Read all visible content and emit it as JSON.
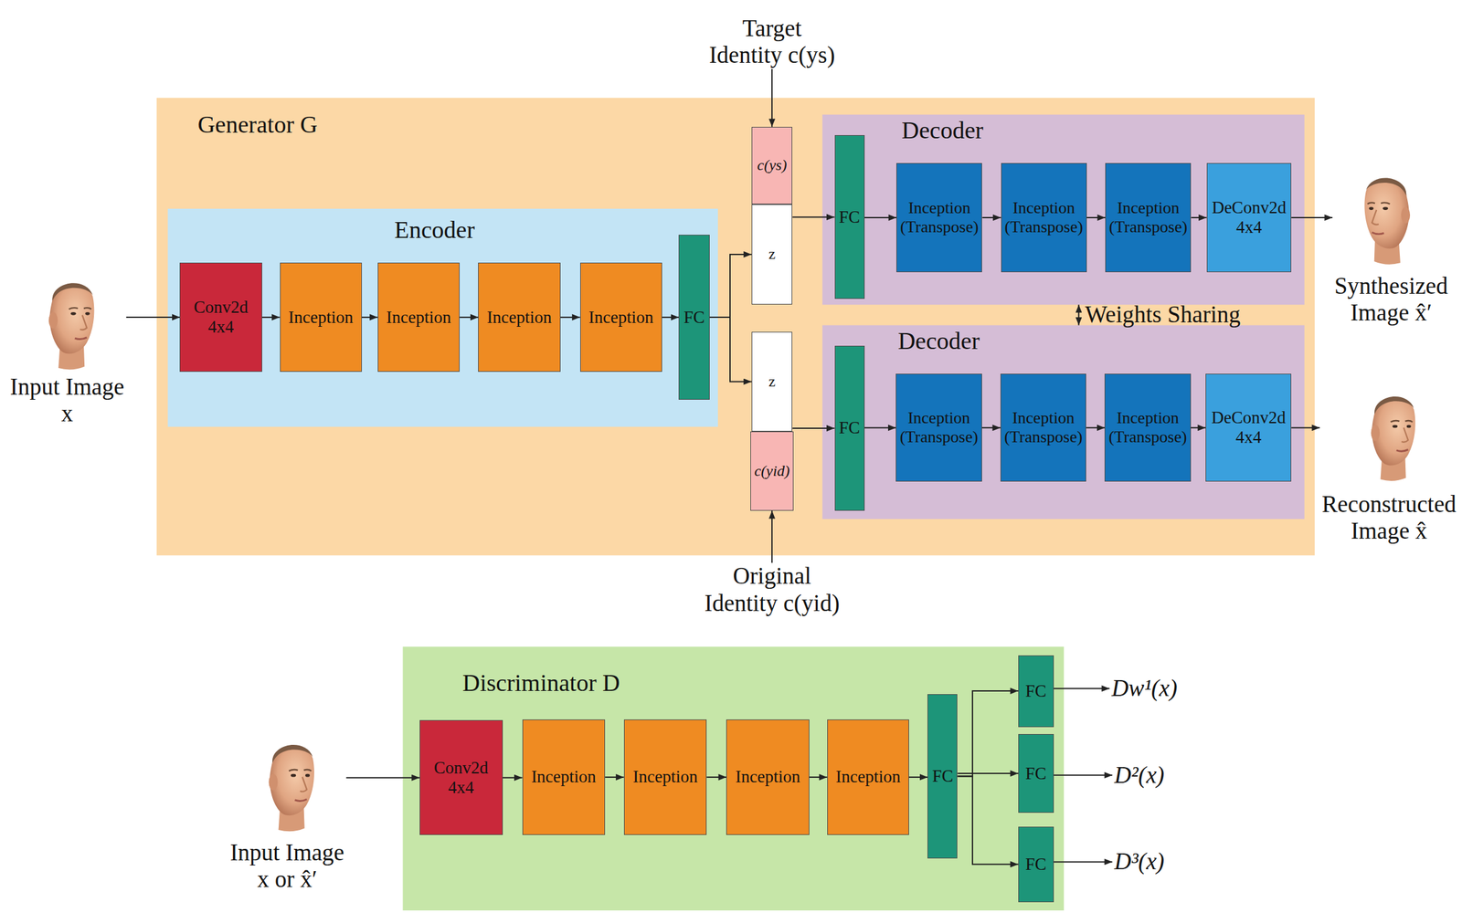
{
  "diagram": {
    "nodes": [
      {
        "text": [
          "Target Identity c(ys)"
        ]
      },
      {
        "text": [
          "Input Image x"
        ]
      },
      {
        "text": [
          "Generator G"
        ]
      },
      {
        "text": [
          "Encoder"
        ],
        "in": 2
      },
      {
        "text": [
          "Conv2d 4x4"
        ],
        "in": 3
      },
      {
        "text": [
          "Inception"
        ],
        "in": 3
      },
      {
        "text": [
          "Inception"
        ],
        "in": 3
      },
      {
        "text": [
          "Inception"
        ],
        "in": 3
      },
      {
        "text": [
          "Inception"
        ],
        "in": 3
      },
      {
        "text": [
          "FC"
        ],
        "in": 3
      },
      {
        "text": [
          "c(ys)"
        ],
        "in": 2
      },
      {
        "text": [
          "z"
        ],
        "in": 2
      },
      {
        "text": [
          "z"
        ],
        "in": 2
      },
      {
        "text": [
          "c(yid)"
        ],
        "in": 2
      },
      {
        "text": [
          "Decoder"
        ],
        "in": 2
      },
      {
        "text": [
          "FC"
        ],
        "in": 14
      },
      {
        "text": [
          "Inception (Transpose)"
        ],
        "in": 14
      },
      {
        "text": [
          "Inception (Transpose)"
        ],
        "in": 14
      },
      {
        "text": [
          "Inception (Transpose)"
        ],
        "in": 14
      },
      {
        "text": [
          "DeConv2d 4x4"
        ],
        "in": 14
      },
      {
        "text": [
          "Decoder"
        ],
        "in": 2
      },
      {
        "text": [
          "FC"
        ],
        "in": 20
      },
      {
        "text": [
          "Inception (Transpose)"
        ],
        "in": 20
      },
      {
        "text": [
          "Inception (Transpose)"
        ],
        "in": 20
      },
      {
        "text": [
          "Inception (Transpose)"
        ],
        "in": 20
      },
      {
        "text": [
          "DeConv2d 4x4"
        ],
        "in": 20
      },
      {
        "text": [
          "Synthesized Image x̂′"
        ]
      },
      {
        "text": [
          "Reconstructed Image x̂"
        ]
      },
      {
        "text": [
          "Original Identity c(yid)"
        ]
      },
      {
        "text": [
          "Input Image x or x̂′"
        ]
      },
      {
        "text": [
          "Discriminator D"
        ]
      },
      {
        "text": [
          "Conv2d 4x4"
        ],
        "in": 30
      },
      {
        "text": [
          "Inception"
        ],
        "in": 30
      },
      {
        "text": [
          "Inception"
        ],
        "in": 30
      },
      {
        "text": [
          "Inception"
        ],
        "in": 30
      },
      {
        "text": [
          "Inception"
        ],
        "in": 30
      },
      {
        "text": [
          "FC"
        ],
        "in": 30
      },
      {
        "text": [
          "FC"
        ],
        "in": 30
      },
      {
        "text": [
          "FC"
        ],
        "in": 30
      },
      {
        "text": [
          "FC"
        ],
        "in": 30
      },
      {
        "text": [
          "Dw¹(x)"
        ]
      },
      {
        "text": [
          "D²(x)"
        ]
      },
      {
        "text": [
          "D³(x)"
        ]
      }
    ],
    "edges": [
      {
        "from": 1,
        "to": 4,
        "arrow": "to"
      },
      {
        "from": 4,
        "to": 5,
        "arrow": "to"
      },
      {
        "from": 5,
        "to": 6,
        "arrow": "to"
      },
      {
        "from": 6,
        "to": 7,
        "arrow": "to"
      },
      {
        "from": 7,
        "to": 8,
        "arrow": "to"
      },
      {
        "from": 8,
        "to": 9,
        "arrow": "to"
      },
      {
        "from": 9,
        "to": 11,
        "arrow": "to"
      },
      {
        "from": 9,
        "to": 12,
        "arrow": "to"
      },
      {
        "from": 0,
        "to": 10,
        "arrow": "to"
      },
      {
        "from": 28,
        "to": 13,
        "arrow": "to"
      },
      {
        "from": 11,
        "to": 15,
        "arrow": "to"
      },
      {
        "from": 15,
        "to": 16,
        "arrow": "to"
      },
      {
        "from": 16,
        "to": 17,
        "arrow": "to"
      },
      {
        "from": 17,
        "to": 18,
        "arrow": "to"
      },
      {
        "from": 18,
        "to": 19,
        "arrow": "to"
      },
      {
        "from": 19,
        "to": 26,
        "arrow": "to"
      },
      {
        "from": 12,
        "to": 21,
        "arrow": "to"
      },
      {
        "from": 21,
        "to": 22,
        "arrow": "to"
      },
      {
        "from": 22,
        "to": 23,
        "arrow": "to"
      },
      {
        "from": 23,
        "to": 24,
        "arrow": "to"
      },
      {
        "from": 24,
        "to": 25,
        "arrow": "to"
      },
      {
        "from": 25,
        "to": 27,
        "arrow": "to"
      },
      {
        "from": 14,
        "to": 20,
        "label": "Weights Sharing",
        "arrow": "both"
      },
      {
        "from": 29,
        "to": 31,
        "arrow": "to"
      },
      {
        "from": 31,
        "to": 32,
        "arrow": "to"
      },
      {
        "from": 32,
        "to": 33,
        "arrow": "to"
      },
      {
        "from": 33,
        "to": 34,
        "arrow": "to"
      },
      {
        "from": 34,
        "to": 35,
        "arrow": "to"
      },
      {
        "from": 35,
        "to": 36,
        "arrow": "to"
      },
      {
        "from": 36,
        "to": 37,
        "arrow": "to"
      },
      {
        "from": 36,
        "to": 38,
        "arrow": "to"
      },
      {
        "from": 36,
        "to": 39,
        "arrow": "to"
      },
      {
        "from": 37,
        "to": 40,
        "arrow": "to"
      },
      {
        "from": 38,
        "to": 41,
        "arrow": "to"
      },
      {
        "from": 39,
        "to": 42,
        "arrow": "to"
      }
    ]
  }
}
